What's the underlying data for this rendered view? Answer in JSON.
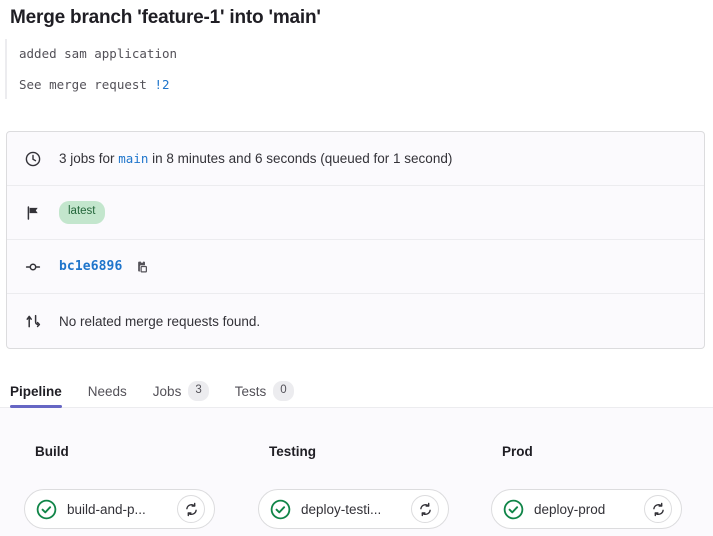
{
  "commit": {
    "title": "Merge branch 'feature-1' into 'main'",
    "description_line1": "added sam application",
    "description_line2_prefix": "See merge request ",
    "merge_request_ref": "!2"
  },
  "info": {
    "rows": [
      {
        "icon": "clock-icon",
        "text_prefix": "3 jobs for ",
        "branch": "main",
        "text_suffix": " in 8 minutes and 6 seconds (queued for 1 second)"
      },
      {
        "icon": "flag-icon",
        "badge": "latest"
      },
      {
        "icon": "commit-icon",
        "sha": "bc1e6896",
        "copy_icon": "copy-icon"
      },
      {
        "icon": "merge-request-icon",
        "text": "No related merge requests found."
      }
    ]
  },
  "tabs": [
    {
      "label": "Pipeline",
      "count": null,
      "active": true
    },
    {
      "label": "Needs",
      "count": null,
      "active": false
    },
    {
      "label": "Jobs",
      "count": "3",
      "active": false
    },
    {
      "label": "Tests",
      "count": "0",
      "active": false
    }
  ],
  "pipeline": {
    "stages": [
      {
        "name": "Build",
        "job": {
          "name": "build-and-p...",
          "status": "success",
          "retry_icon": "retry-icon"
        }
      },
      {
        "name": "Testing",
        "job": {
          "name": "deploy-testi...",
          "status": "success",
          "retry_icon": "retry-icon"
        }
      },
      {
        "name": "Prod",
        "job": {
          "name": "deploy-prod",
          "status": "success",
          "retry_icon": "retry-icon"
        }
      }
    ]
  },
  "colors": {
    "success": "#108548",
    "link": "#1f75cb",
    "active_tab": "#6666c4",
    "badge_bg": "#c3e6cd",
    "badge_text": "#24663b"
  }
}
